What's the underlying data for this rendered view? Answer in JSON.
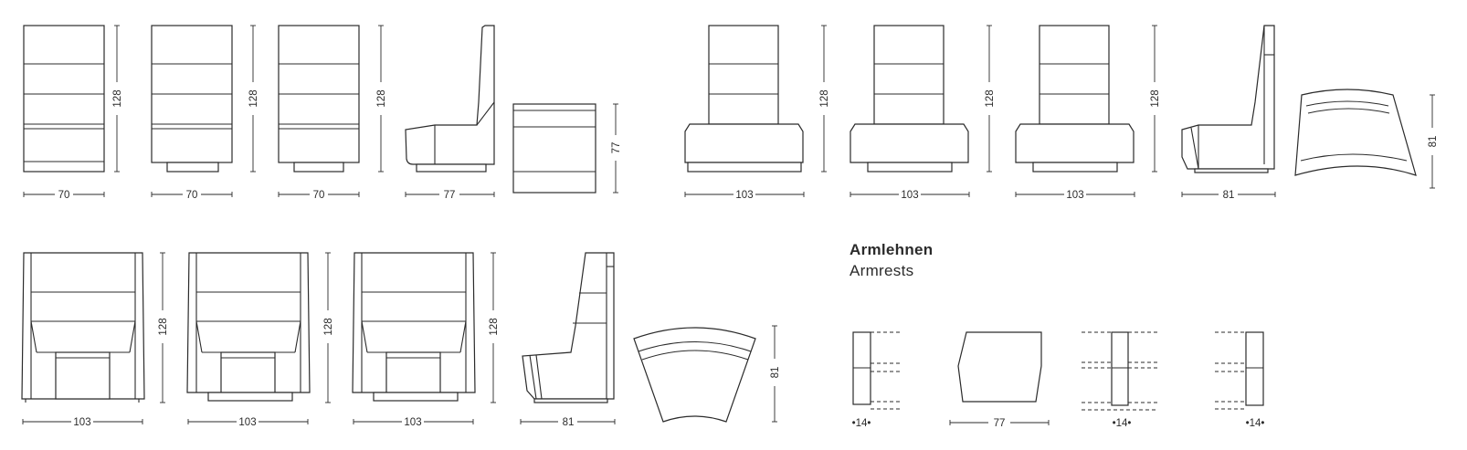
{
  "armrests": {
    "title_de": "Armlehnen",
    "title_en": "Armrests"
  },
  "dims": {
    "w70": "70",
    "w77": "77",
    "w103": "103",
    "w81": "81",
    "h128": "128",
    "h77": "77",
    "h81": "81",
    "a14": "•14•"
  }
}
